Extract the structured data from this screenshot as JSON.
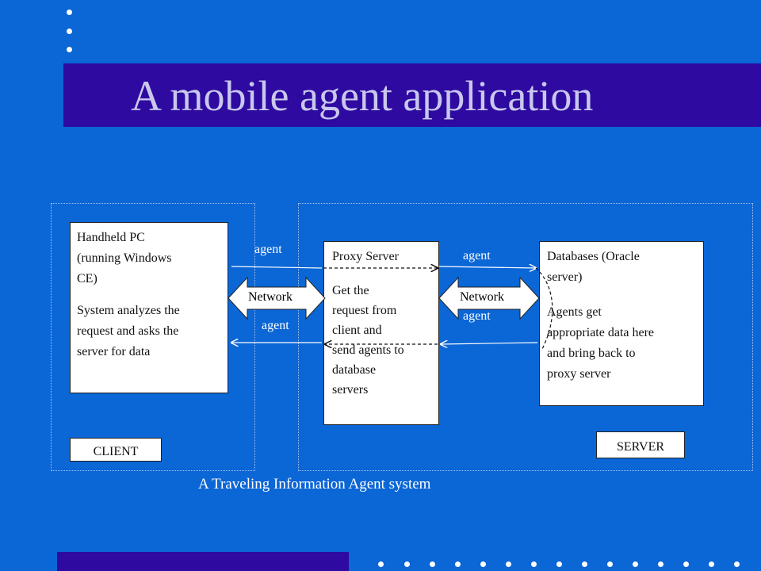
{
  "slide": {
    "title": "A mobile agent application",
    "caption": "A Traveling Information Agent system"
  },
  "client": {
    "box_lines": [
      "Handheld PC",
      "(running Windows",
      "CE)"
    ],
    "box_lines_2": [
      "System analyzes the",
      "request and asks the",
      "server for data"
    ],
    "tag": "CLIENT"
  },
  "proxy": {
    "title": "Proxy Server",
    "lines": [
      "Get the",
      "request from",
      "client and",
      "send agents to",
      "database",
      "servers"
    ]
  },
  "database": {
    "lines": [
      "Databases (Oracle",
      "server)"
    ],
    "lines_2": [
      "Agents get",
      "appropriate data here",
      "and bring back to",
      "proxy server"
    ]
  },
  "server_tag": "SERVER",
  "network_label": "Network",
  "agent_label": "agent",
  "colors": {
    "background": "#0b66d6",
    "title_bar": "#2e0aa0",
    "title_text": "#c9c7ee"
  }
}
